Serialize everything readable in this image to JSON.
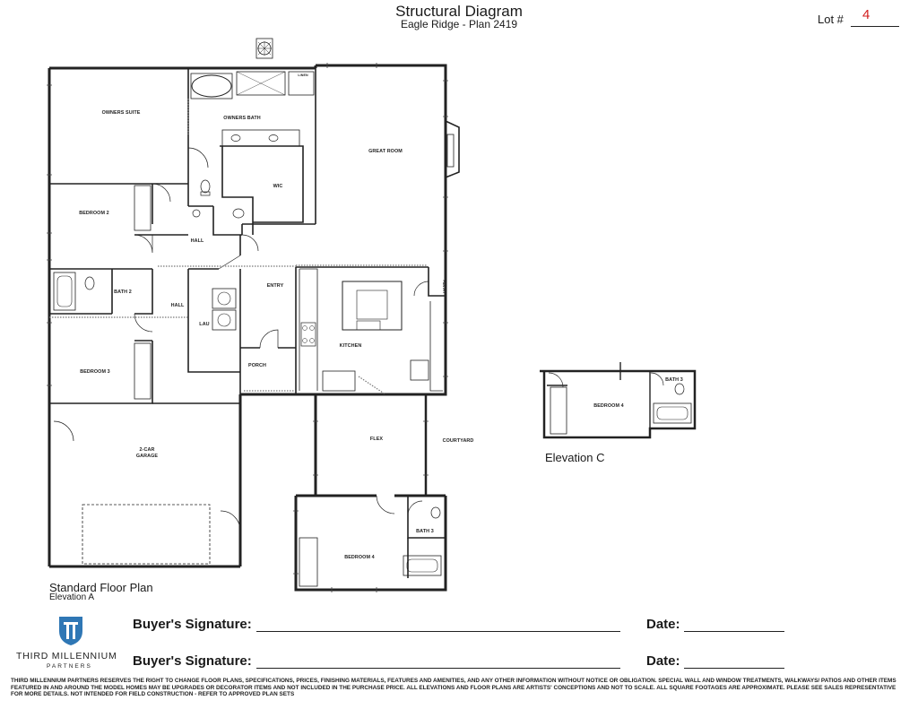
{
  "header": {
    "title": "Structural Diagram",
    "subtitle": "Eagle Ridge - Plan 2419",
    "lot_label": "Lot #",
    "lot_value": "4"
  },
  "plan": {
    "rooms": {
      "owners_suite": "OWNERS SUITE",
      "owners_bath": "OWNERS BATH",
      "wic": "WIC",
      "great_room": "GREAT ROOM",
      "bedroom2": "BEDROOM 2",
      "hall1": "HALL",
      "bath2": "BATH 2",
      "hall2": "HALL",
      "lau": "LAU",
      "entry": "ENTRY",
      "kitchen": "KITCHEN",
      "pantry": "PANTRY",
      "linen": "LINEN",
      "bedroom3": "BEDROOM 3",
      "porch": "PORCH",
      "garage_line1": "2-CAR",
      "garage_line2": "GARAGE",
      "flex": "FLEX",
      "courtyard": "COURTYARD",
      "bedroom4": "BEDROOM 4",
      "bath3": "BATH 3"
    },
    "elevation_c": {
      "bedroom4": "BEDROOM 4",
      "bath3": "BATH 3",
      "label": "Elevation C"
    },
    "caption": "Standard Floor Plan",
    "caption_sub": "Elevation A"
  },
  "signatures": {
    "buyer_label": "Buyer's Signature:",
    "date_label": "Date:"
  },
  "logo": {
    "name": "THIRD MILLENNIUM",
    "sub": "PARTNERS"
  },
  "disclaimer": "THIRD MILLENNIUM PARTNERS RESERVES THE RIGHT TO CHANGE FLOOR PLANS, SPECIFICATIONS, PRICES, FINISHING MATERIALS, FEATURES AND AMENITIES, AND ANY OTHER INFORMATION WITHOUT NOTICE OR OBLIGATION. SPECIAL WALL AND WINDOW TREATMENTS, WALKWAYS/ PATIOS AND OTHER ITEMS FEATURED IN AND AROUND THE MODEL HOMES MAY BE UPGRADES OR DECORATOR ITEMS AND NOT INCLUDED IN THE PURCHASE PRICE. ALL ELEVATIONS AND FLOOR PLANS ARE ARTISTS' CONCEPTIONS AND NOT TO SCALE. ALL SQUARE FOOTAGES ARE APPROXIMATE. PLEASE SEE SALES REPRESENTATIVE FOR MORE DETAILS. NOT INTENDED FOR FIELD CONSTRUCTION - REFER TO APPROVED PLAN SETS",
  "colors": {
    "lot_value": "#d21f1f",
    "logo_blue": "#2f77b5"
  }
}
